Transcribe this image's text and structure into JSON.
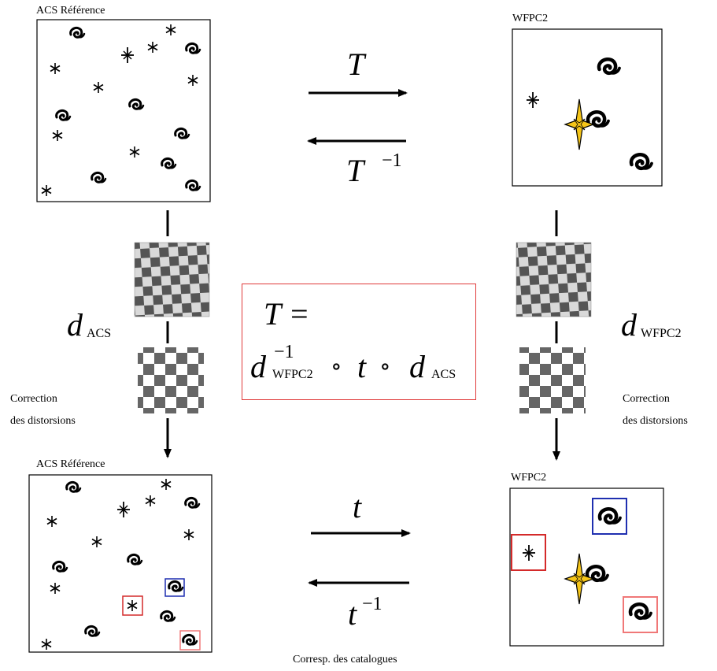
{
  "panels": {
    "acs_top_title": "ACS Référence",
    "wfpc2_top_title": "WFPC2",
    "acs_bottom_title": "ACS Référence",
    "wfpc2_bottom_title": "WFPC2"
  },
  "transforms": {
    "T_label": "T",
    "T_inv_label": "T",
    "T_inv_exp": "−1",
    "t_label": "t",
    "t_inv_label": "t",
    "t_inv_exp": "−1"
  },
  "distortion": {
    "d_symbol": "d",
    "acs_sub": "ACS",
    "wfpc2_sub": "WFPC2",
    "left_caption_line1": "Correction",
    "left_caption_line2": "des distorsions",
    "right_caption_line1": "Correction",
    "right_caption_line2": "des distorsions"
  },
  "formula": {
    "lhs": "T =",
    "d1": "d",
    "d1_exp": "−1",
    "d1_sub": "WFPC2",
    "compose1": "∘",
    "t": "t",
    "compose2": "∘",
    "d2": "d",
    "d2_sub": "ACS"
  },
  "footer": {
    "caption": "Corresp. des catalogues"
  },
  "colors": {
    "highlight_red": "#d42a2a",
    "highlight_blue": "#1f2fb0",
    "highlight_pink": "#f07878",
    "star_yellow": "#f5c518",
    "formula_border": "#e03a3a"
  }
}
